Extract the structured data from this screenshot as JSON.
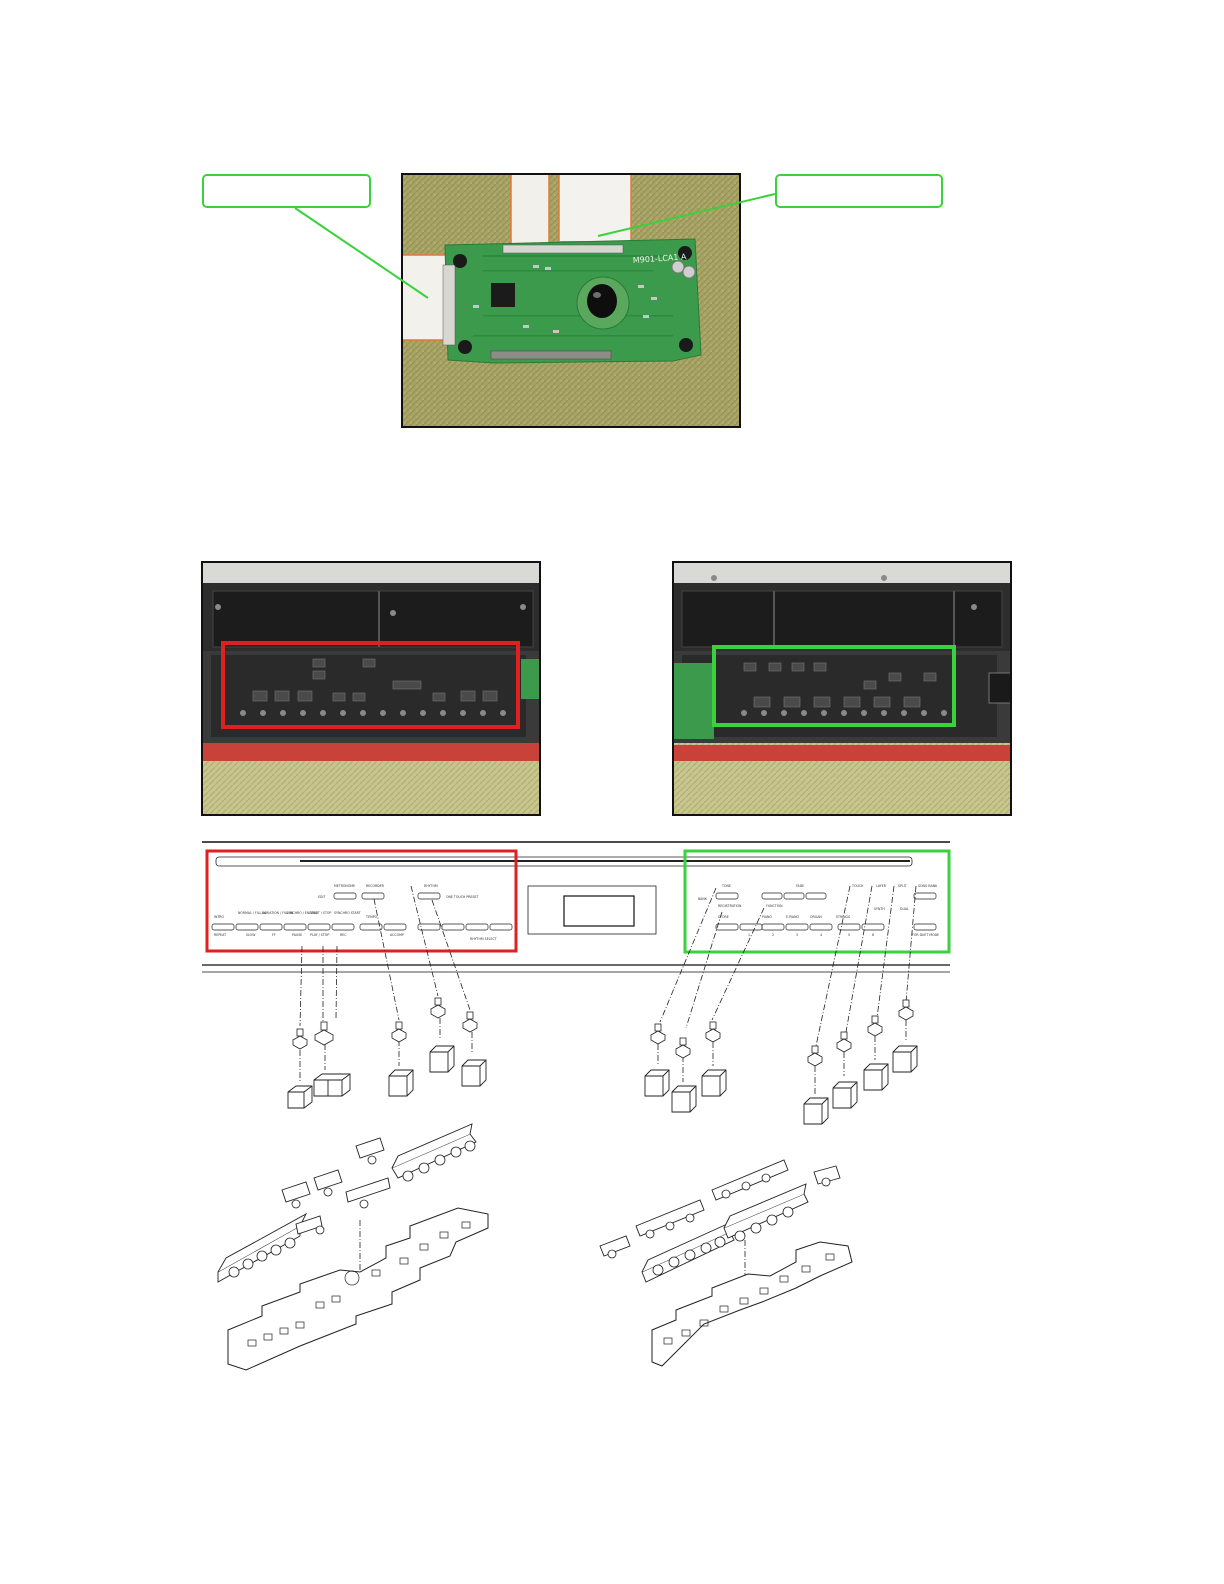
{
  "figure1": {
    "board_label": "M901-LCA1 A",
    "callout_left": "",
    "callout_right": ""
  },
  "panel_left_labels": {
    "row1": [
      "EDIT",
      "METRONOME",
      "RECORDER",
      "RHYTHM",
      "ONE TOUCH PRESET"
    ],
    "row2": [
      "INTRO",
      "NORMAL / FILL-IN",
      "VARIATION / FILL-IN",
      "SYNCHRO / ENDING",
      "START / STOP",
      "SYNCHRO START",
      "TEMPO"
    ],
    "row3": [
      "REPEAT",
      "SLOW",
      "FF",
      "PAUSE",
      "PLAY / STOP",
      "REC",
      "ACCOMP",
      "RHYTHM SELECT"
    ]
  },
  "panel_right_labels": {
    "row1": [
      "TONE",
      "REGISTRATION",
      "FUNCTION",
      "FADE",
      "TOUCH",
      "LAYER",
      "SPLIT",
      "SONG BANK"
    ],
    "row2": [
      "BANK",
      "STORE",
      "PIANO",
      "E.PIANO",
      "ORGAN",
      "STRINGS",
      "SYNTH",
      "DUAL"
    ],
    "row3": [
      "1",
      "2",
      "3",
      "4",
      "5",
      "6",
      "FOR DUET MODE"
    ]
  },
  "colors": {
    "left_box": "#e0201e",
    "right_box": "#39d23c",
    "callout": "#39d23c",
    "pcb": "#3c9a4c",
    "carpet": "#a8a468"
  }
}
